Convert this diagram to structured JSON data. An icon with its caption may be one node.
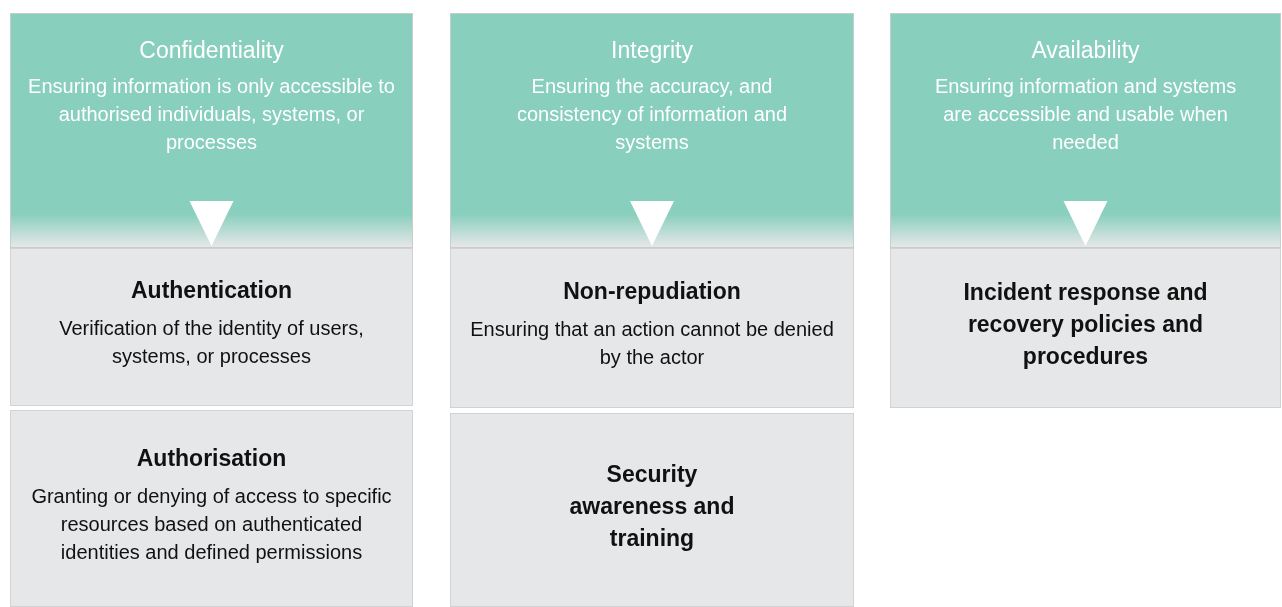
{
  "diagram": {
    "nodes": [
      {
        "text": [
          "Confidentiality",
          "Ensuring information is only accessible to authorised individuals, systems, or processes"
        ]
      },
      {
        "text": [
          "Integrity",
          "Ensuring the accuracy, and consistency of information and systems"
        ]
      },
      {
        "text": [
          "Availability",
          "Ensuring information and systems are accessible and usable when needed"
        ]
      },
      {
        "text": [
          "Authentication",
          "Verification of the identity of users, systems, or processes"
        ]
      },
      {
        "text": [
          "Non-repudiation",
          "Ensuring that an action cannot be denied by the actor"
        ]
      },
      {
        "text": [
          "Incident response and recovery policies and procedures"
        ]
      },
      {
        "text": [
          "Authorisation",
          "Granting or denying of access to specific resources based on authenticated identities and defined permissions"
        ]
      },
      {
        "text": [
          "Security awareness and training"
        ]
      }
    ],
    "edges": [
      {
        "from": 0,
        "to": 3,
        "arrow": "to"
      },
      {
        "from": 1,
        "to": 4,
        "arrow": "to"
      },
      {
        "from": 2,
        "to": 5,
        "arrow": "to"
      }
    ]
  }
}
